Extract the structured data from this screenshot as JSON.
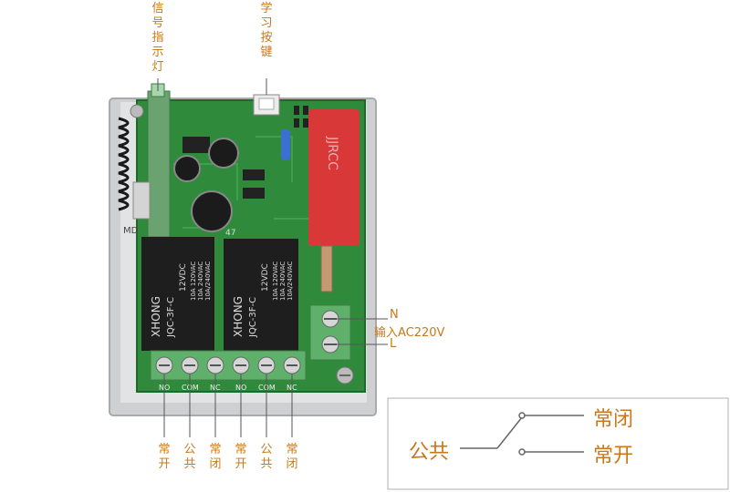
{
  "top_labels": {
    "signal_indicator": [
      "信",
      "号",
      "指",
      "示",
      "灯"
    ],
    "learn_button": [
      "学",
      "习",
      "按",
      "键"
    ]
  },
  "input": {
    "n_label": "N",
    "l_label": "L",
    "voltage_label": "输入AC220V"
  },
  "terminal_labels": [
    [
      "常",
      "开"
    ],
    [
      "公",
      "共"
    ],
    [
      "常",
      "闭"
    ],
    [
      "常",
      "开"
    ],
    [
      "公",
      "共"
    ],
    [
      "常",
      "闭"
    ]
  ],
  "board_print": {
    "relay_brand": "XHONG",
    "relay_model": "JQC-3F-C",
    "relay_voltage": "12VDC",
    "relay_rating_1": "10A 120VAC",
    "relay_rating_2": "10A 240VAC",
    "relay_rating_3": "10A/240VAC",
    "term_1": "NO",
    "term_2": "COM",
    "term_3": "NC",
    "term_4": "NO",
    "term_5": "COM",
    "term_6": "NC",
    "antenna_tag": "JJRCC",
    "side_mark": "MD",
    "cap_mark": "47"
  },
  "legend": {
    "common_label": "公共",
    "normally_closed_label": "常闭",
    "normally_open_label": "常开"
  },
  "colors": {
    "label_orange": "#c8781a",
    "pcb_green": "#2f8a3c",
    "terminal_green": "#5fb06a",
    "relay_black": "#1e1e1e",
    "antenna_red": "#d93838",
    "case_gray": "#cfd0d2"
  }
}
